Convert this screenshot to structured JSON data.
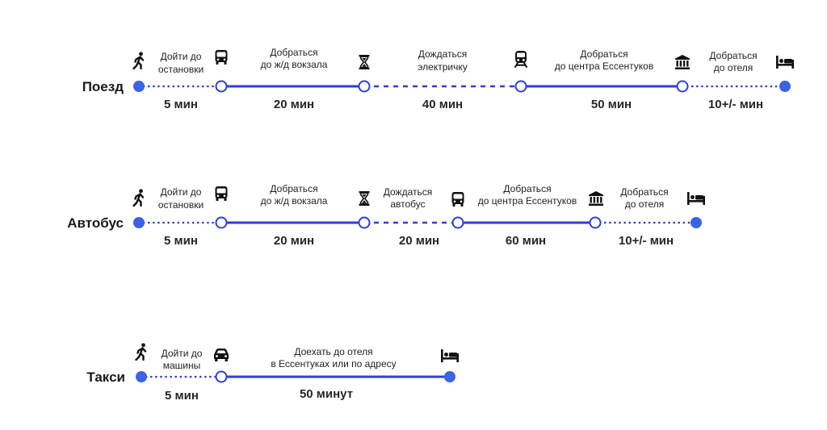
{
  "colors": {
    "line": "#2f3ed6",
    "end_dot": "#3c63e4"
  },
  "routes": [
    {
      "name": "Поезд",
      "steps": [
        {
          "icon": "walk-icon",
          "label": [
            "Дойти до",
            "остановки"
          ],
          "time": "5 мин"
        },
        {
          "icon": "bus-icon",
          "label": [
            "Добраться",
            "до ж/д вокзала"
          ],
          "time": "20 мин"
        },
        {
          "icon": "hourglass-icon",
          "label": [
            "Дождаться",
            "электричку"
          ],
          "time": "40 мин"
        },
        {
          "icon": "train-icon",
          "label": [
            "Добраться",
            "до центра Ессентуков"
          ],
          "time": "50 мин"
        },
        {
          "icon": "museum-icon",
          "label": [
            "Добраться",
            "до отеля"
          ],
          "time": "10+/- мин"
        }
      ],
      "end_icon": "bed-icon"
    },
    {
      "name": "Автобус",
      "steps": [
        {
          "icon": "walk-icon",
          "label": [
            "Дойти до",
            "остановки"
          ],
          "time": "5 мин"
        },
        {
          "icon": "bus-icon",
          "label": [
            "Добраться",
            "до ж/д вокзала"
          ],
          "time": "20 мин"
        },
        {
          "icon": "hourglass-icon",
          "label": [
            "Дождаться",
            "автобус"
          ],
          "time": "20 мин"
        },
        {
          "icon": "bus-icon",
          "label": [
            "Добраться",
            "до центра Ессентуков"
          ],
          "time": "60 мин"
        },
        {
          "icon": "museum-icon",
          "label": [
            "Добраться",
            "до отеля"
          ],
          "time": "10+/- мин"
        }
      ],
      "end_icon": "bed-icon"
    },
    {
      "name": "Такси",
      "steps": [
        {
          "icon": "walk-icon",
          "label": [
            "Дойти до",
            "машины"
          ],
          "time": "5 мин"
        },
        {
          "icon": "car-icon",
          "label": [
            "Доехать до отеля",
            "в Ессентуках или по адресу"
          ],
          "time": "50 минут"
        }
      ],
      "end_icon": "bed-icon"
    }
  ]
}
